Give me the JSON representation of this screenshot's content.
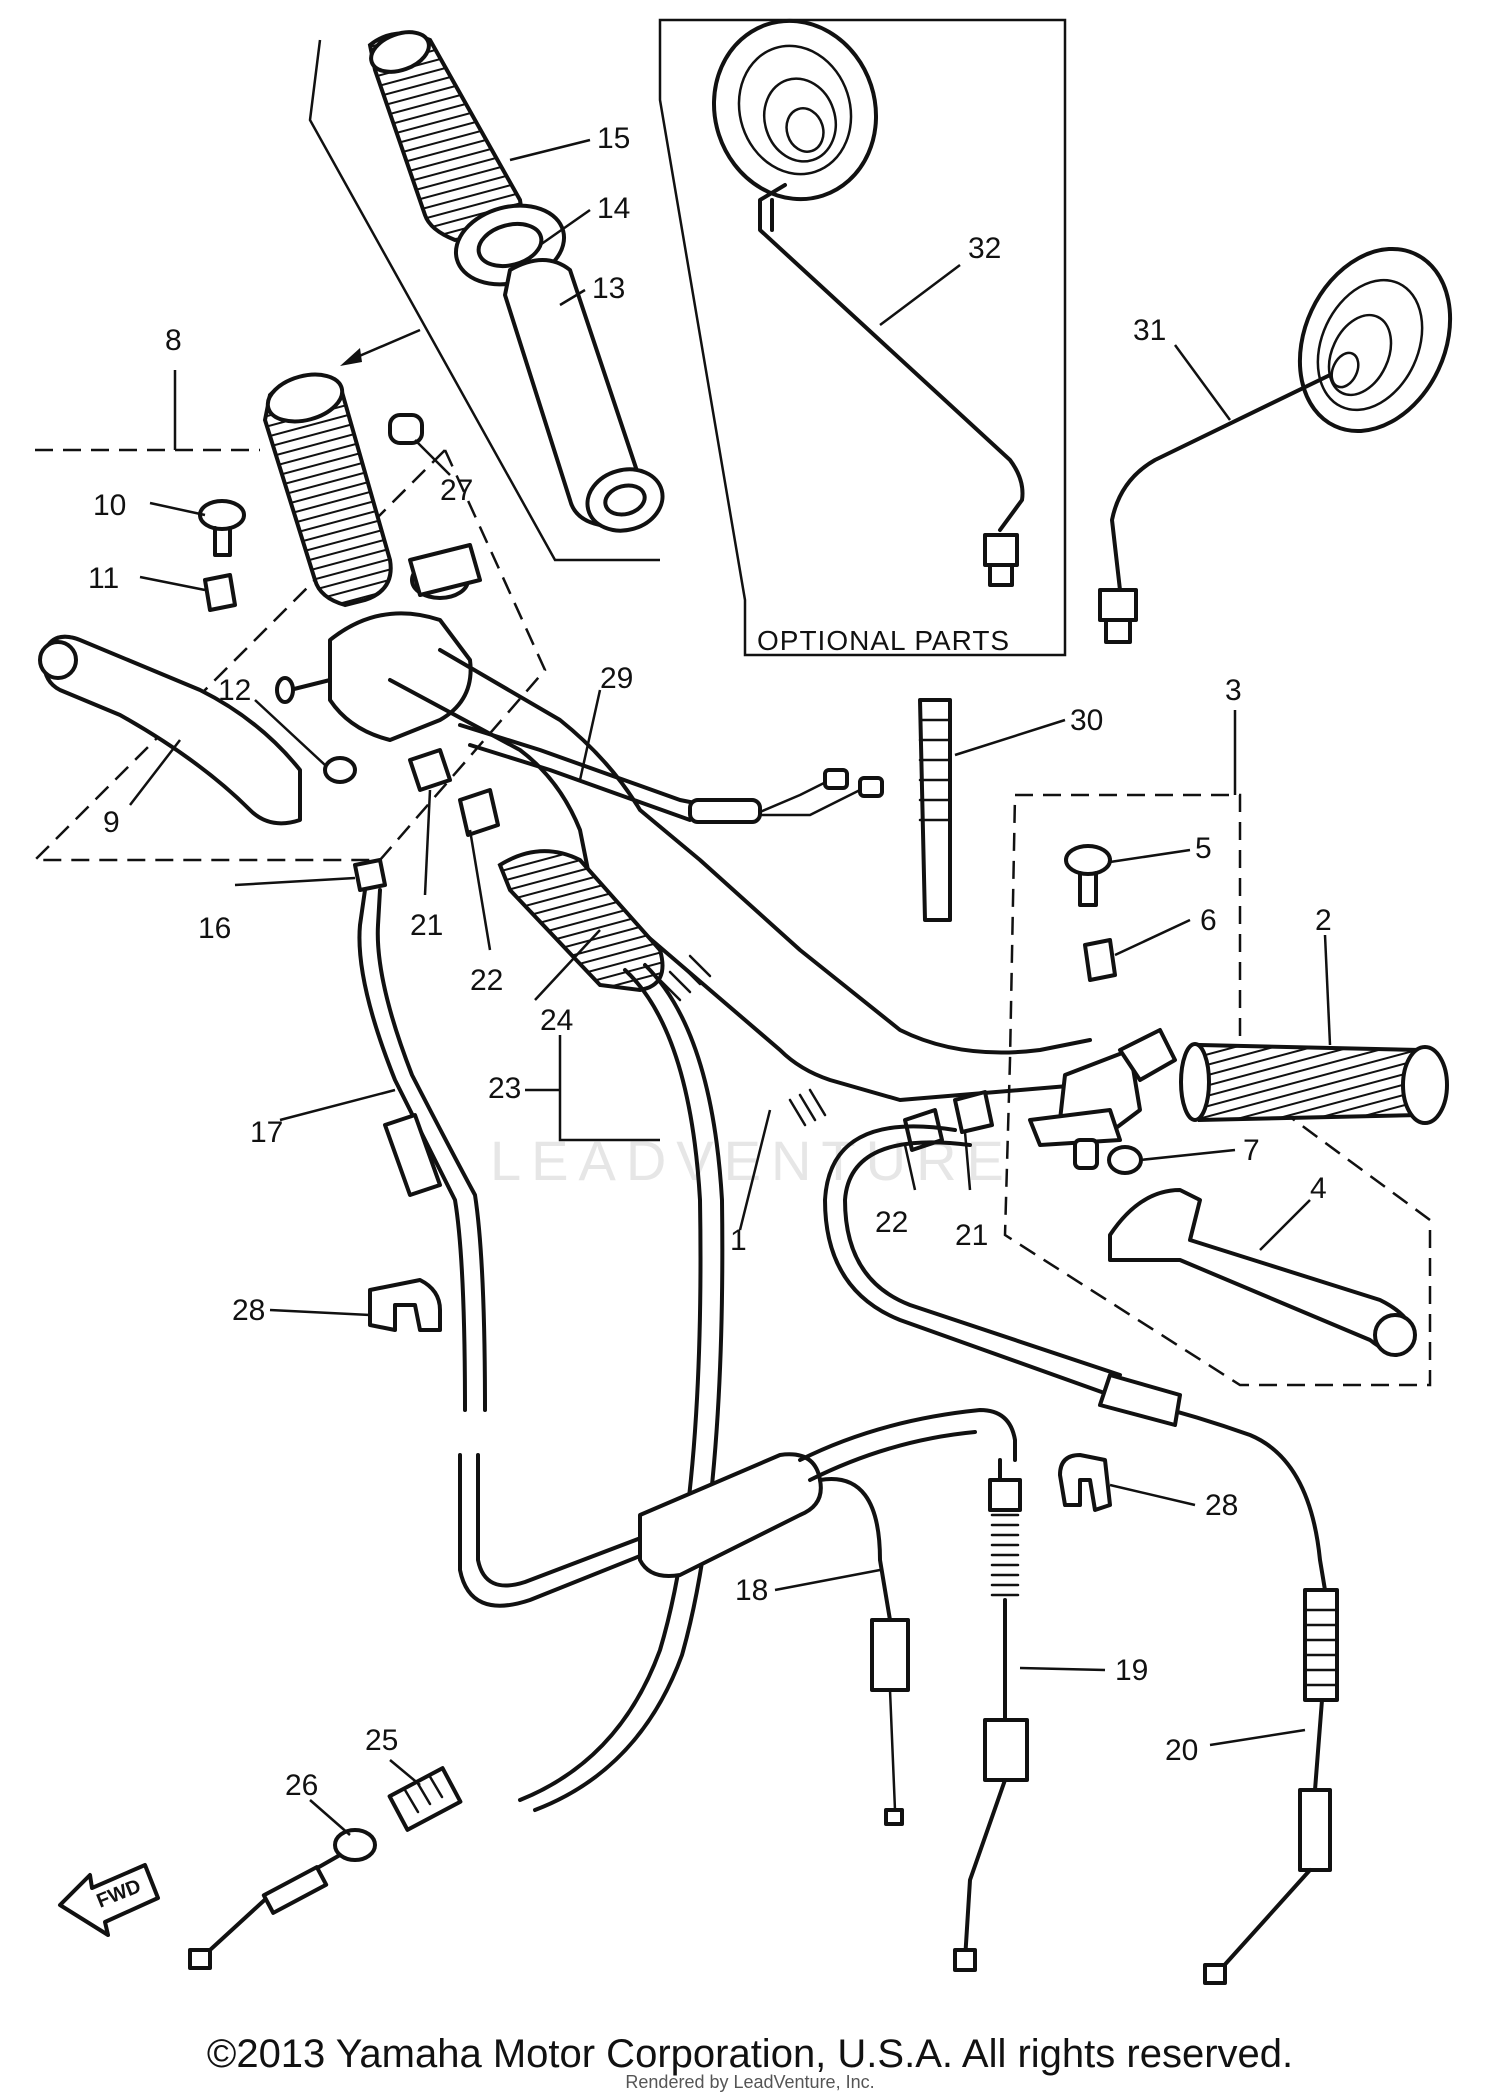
{
  "callouts": {
    "c1": "1",
    "c2": "2",
    "c3": "3",
    "c4": "4",
    "c5": "5",
    "c6": "6",
    "c7": "7",
    "c8": "8",
    "c9": "9",
    "c10": "10",
    "c11": "11",
    "c12": "12",
    "c13": "13",
    "c14": "14",
    "c15": "15",
    "c16": "16",
    "c17": "17",
    "c18": "18",
    "c19": "19",
    "c20": "20",
    "c21a": "21",
    "c21b": "21",
    "c22a": "22",
    "c22b": "22",
    "c23": "23",
    "c24": "24",
    "c25": "25",
    "c26": "26",
    "c27": "27",
    "c28a": "28",
    "c28b": "28",
    "c29": "29",
    "c30": "30",
    "c31": "31",
    "c32": "32"
  },
  "optional_parts_label": "OPTIONAL PARTS",
  "fwd_arrow_label": "FWD",
  "watermark_text": "LEADVENTURE",
  "copyright": "©2013 Yamaha Motor Corporation, U.S.A. All rights reserved.",
  "rendered_by": "Rendered by LeadVenture, Inc."
}
